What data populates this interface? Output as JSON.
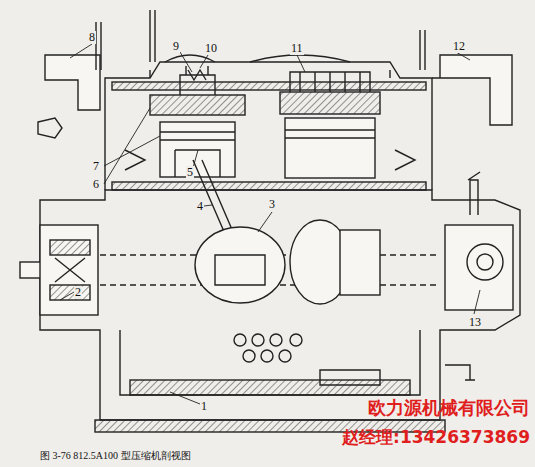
{
  "diagram": {
    "caption": "图 3-76  812.5A100 型压缩机剖视图",
    "labels": [
      "8",
      "9",
      "10",
      "11",
      "12",
      "7",
      "6",
      "5",
      "4",
      "3",
      "2",
      "13",
      "1",
      "欧力源机械有限公司",
      "赵经理:13426373869"
    ]
  }
}
